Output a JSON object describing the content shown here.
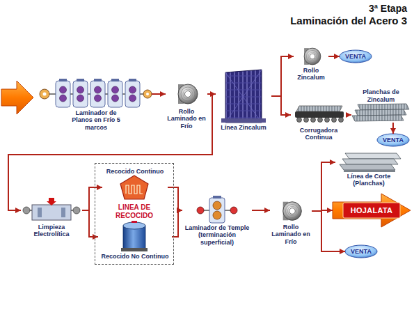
{
  "diagram": {
    "title": "Laminación del Acero 3",
    "nodes": [
      {
        "text": [
          "Laminador de Planos en Frío 5 marcos"
        ]
      },
      {
        "text": [
          "Rollo Laminado en Frío"
        ]
      },
      {
        "text": [
          "Línea Zincalum"
        ]
      },
      {
        "text": [
          "Rollo Zincalum"
        ]
      },
      {
        "text": [
          "VENTA"
        ]
      },
      {
        "text": [
          "Corrugadora Continua"
        ]
      },
      {
        "text": [
          "Planchas de Zincalum"
        ]
      },
      {
        "text": [
          "VENTA"
        ]
      },
      {
        "text": [
          "Limpieza Electrolítica"
        ]
      },
      {
        "text": [
          "LINEA DE RECOCIDO"
        ]
      },
      {
        "text": [
          "Recocido Continuo"
        ],
        "in": 9
      },
      {
        "text": [
          "Recocido No Continuo"
        ],
        "in": 9
      },
      {
        "text": [
          "Laminador de Temple (terminación superficial)"
        ]
      },
      {
        "text": [
          "Rollo Laminado en Frío"
        ]
      },
      {
        "text": [
          "Línea de Corte (Planchas)"
        ]
      },
      {
        "text": [
          "HOJALATA"
        ]
      },
      {
        "text": [
          "VENTA"
        ]
      }
    ],
    "edges": [
      {
        "from": 0,
        "to": 1,
        "arrow": "to"
      },
      {
        "from": 1,
        "to": 2,
        "arrow": "to"
      },
      {
        "from": 2,
        "to": 3,
        "arrow": "to"
      },
      {
        "from": 2,
        "to": 5,
        "arrow": "to"
      },
      {
        "from": 3,
        "to": 4,
        "arrow": "to"
      },
      {
        "from": 5,
        "to": 6,
        "arrow": "to"
      },
      {
        "from": 6,
        "to": 7,
        "arrow": "to"
      },
      {
        "from": 1,
        "to": 8,
        "arrow": "to"
      },
      {
        "from": 8,
        "to": 10,
        "arrow": "to"
      },
      {
        "from": 8,
        "to": 11,
        "arrow": "to"
      },
      {
        "from": 10,
        "to": 12,
        "arrow": "to"
      },
      {
        "from": 11,
        "to": 12,
        "arrow": "to"
      },
      {
        "from": 12,
        "to": 13,
        "arrow": "to"
      },
      {
        "from": 13,
        "to": 14,
        "arrow": "to"
      },
      {
        "from": 13,
        "to": 15,
        "arrow": "to"
      },
      {
        "from": 13,
        "to": 16,
        "arrow": "to"
      }
    ],
    "labels": [
      "3ª Etapa"
    ]
  }
}
